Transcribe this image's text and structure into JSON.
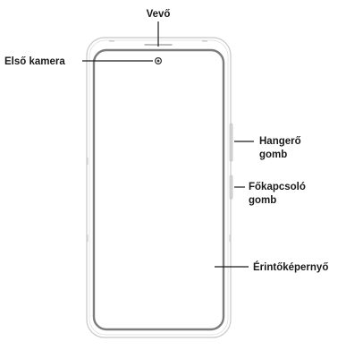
{
  "labels": {
    "receiver": "Vevő",
    "front_camera": "Első kamera",
    "volume_button_line1": "Hangerő",
    "volume_button_line2": "gomb",
    "power_button_line1": "Főkapcsoló",
    "power_button_line2": "gomb",
    "touchscreen": "Érintőképernyő"
  }
}
